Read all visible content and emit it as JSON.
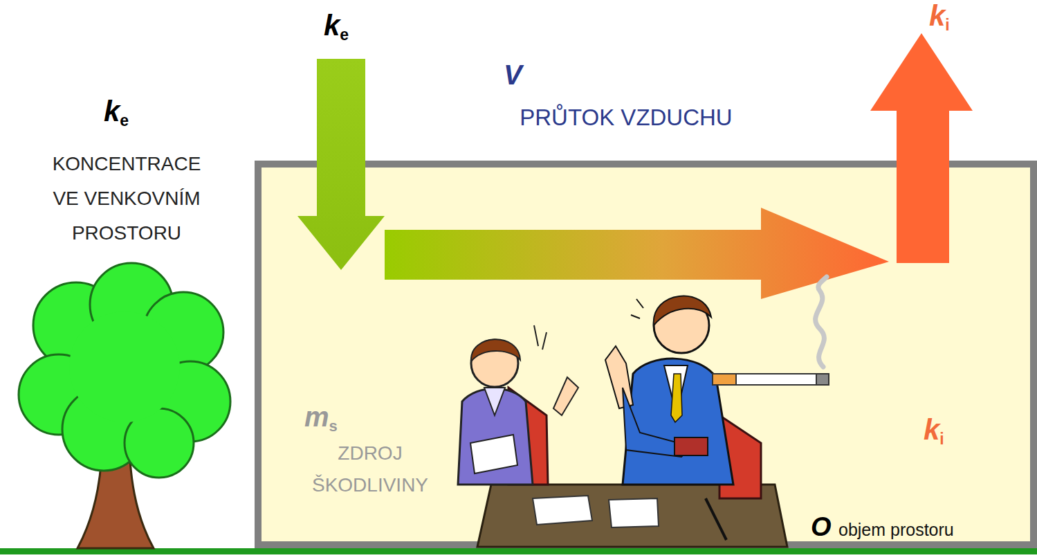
{
  "diagram": {
    "nodes": [
      {
        "text": [
          "ms",
          "ZDROJ ŠKODLIVINY",
          "ki",
          "O",
          "objem prostoru"
        ]
      }
    ],
    "labels": [
      "ke",
      "V",
      "PRŮTOK VZDUCHU",
      "ki",
      "ke",
      "KONCENTRACE VE VENKOVNÍM PROSTORU"
    ]
  }
}
